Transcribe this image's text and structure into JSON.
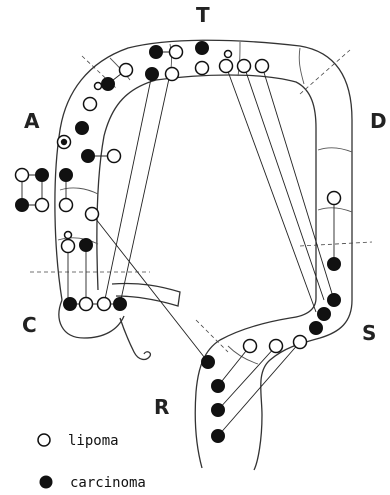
{
  "regions": {
    "transverse": "T",
    "ascending": "A",
    "descending": "D",
    "cecum": "C",
    "sigmoid": "S",
    "rectum": "R"
  },
  "legend": {
    "lipoma_label": "lipoma",
    "carcinoma_label": "carcinoma"
  },
  "colors": {
    "ink": "#111111",
    "background": "#ffffff"
  }
}
